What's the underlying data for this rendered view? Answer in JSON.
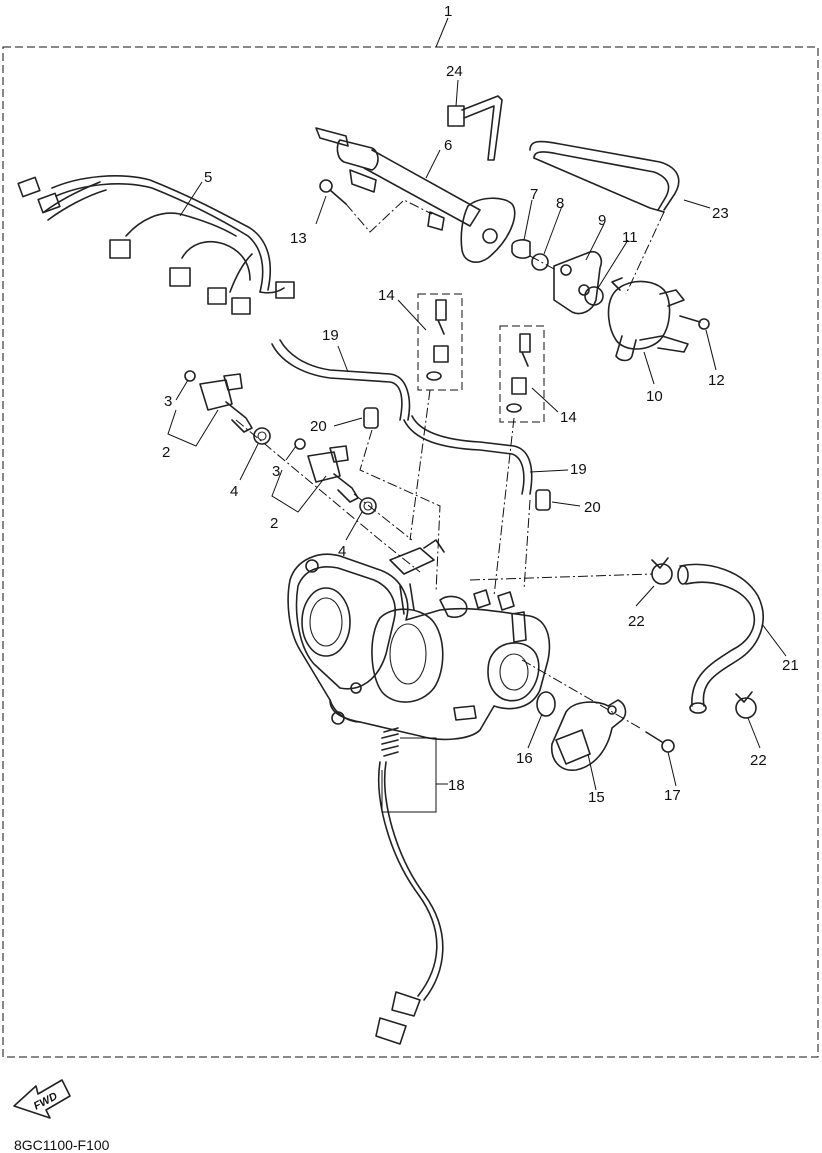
{
  "callouts": [
    "1",
    "2",
    "2",
    "3",
    "3",
    "4",
    "4",
    "5",
    "6",
    "7",
    "8",
    "9",
    "10",
    "11",
    "12",
    "13",
    "14",
    "14",
    "15",
    "16",
    "17",
    "18",
    "19",
    "19",
    "20",
    "20",
    "21",
    "22",
    "22",
    "23",
    "24"
  ],
  "drawing_code": "8GC1100-F100",
  "fwd_label": "FWD"
}
